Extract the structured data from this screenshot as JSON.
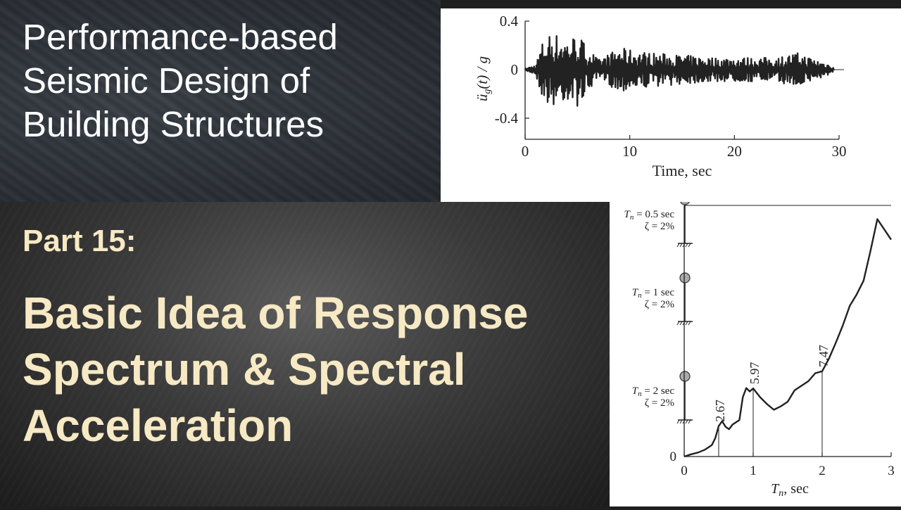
{
  "title": {
    "lines": [
      "Performance-based",
      "Seismic Design of",
      "Building Structures"
    ]
  },
  "part": "Part 15:",
  "subtitle": {
    "lines": [
      "Basic Idea of Response",
      "Spectrum & Spectral",
      "Acceleration"
    ]
  },
  "chart_data": [
    {
      "type": "line",
      "title": "",
      "xlabel": "Time, sec",
      "ylabel_prefix": "ü",
      "ylabel_sub": "g",
      "ylabel_suffix": "(t) / g",
      "xlim": [
        0,
        30
      ],
      "ylim": [
        -0.4,
        0.4
      ],
      "x_ticks": [
        0,
        10,
        20,
        30
      ],
      "y_ticks": [
        "0.4",
        "0",
        "-0.4"
      ],
      "duration": 29.5,
      "envelope": [
        {
          "t": 0,
          "a": 0.01
        },
        {
          "t": 1,
          "a": 0.04
        },
        {
          "t": 1.6,
          "a": 0.22
        },
        {
          "t": 2.5,
          "a": 0.32
        },
        {
          "t": 4,
          "a": 0.25
        },
        {
          "t": 5,
          "a": 0.3
        },
        {
          "t": 7,
          "a": 0.08
        },
        {
          "t": 9,
          "a": 0.18
        },
        {
          "t": 12,
          "a": 0.14
        },
        {
          "t": 18,
          "a": 0.1
        },
        {
          "t": 24,
          "a": 0.1
        },
        {
          "t": 26,
          "a": 0.14
        },
        {
          "t": 29.5,
          "a": 0.03
        }
      ]
    },
    {
      "type": "line",
      "title": "",
      "xlabel_main": "T",
      "xlabel_sub": "n",
      "xlabel_suffix": ", sec",
      "xlim": [
        0,
        3
      ],
      "x_ticks": [
        0,
        1,
        2,
        3
      ],
      "y_tick": "0",
      "points": [
        [
          0,
          0
        ],
        [
          0.1,
          0.2
        ],
        [
          0.2,
          0.35
        ],
        [
          0.3,
          0.6
        ],
        [
          0.4,
          1.0
        ],
        [
          0.45,
          1.6
        ],
        [
          0.5,
          2.67
        ],
        [
          0.55,
          3.1
        ],
        [
          0.6,
          2.6
        ],
        [
          0.65,
          2.4
        ],
        [
          0.7,
          2.8
        ],
        [
          0.8,
          3.2
        ],
        [
          0.85,
          5.2
        ],
        [
          0.9,
          6.0
        ],
        [
          0.95,
          5.7
        ],
        [
          1.0,
          5.97
        ],
        [
          1.1,
          5.2
        ],
        [
          1.2,
          4.6
        ],
        [
          1.3,
          4.1
        ],
        [
          1.4,
          4.4
        ],
        [
          1.5,
          4.8
        ],
        [
          1.6,
          5.8
        ],
        [
          1.7,
          6.2
        ],
        [
          1.8,
          6.6
        ],
        [
          1.9,
          7.3
        ],
        [
          2.0,
          7.47
        ],
        [
          2.1,
          8.6
        ],
        [
          2.2,
          10.0
        ],
        [
          2.3,
          11.5
        ],
        [
          2.4,
          13.2
        ],
        [
          2.5,
          14.2
        ],
        [
          2.6,
          15.4
        ],
        [
          2.7,
          18.0
        ],
        [
          2.8,
          20.8
        ],
        [
          2.9,
          19.9
        ],
        [
          3.0,
          19.0
        ]
      ],
      "ymax": 22,
      "markers": [
        {
          "t": 0.5,
          "label": "2.67"
        },
        {
          "t": 1.0,
          "label": "5.97"
        },
        {
          "t": 2.0,
          "label": "7.47"
        }
      ],
      "oscillators": [
        {
          "period_line": "T",
          "sub": "n",
          "tail": " = 0.5 sec",
          "damping": "ζ = 2%"
        },
        {
          "period_line": "T",
          "sub": "n",
          "tail": " = 1 sec",
          "damping": "ζ = 2%"
        },
        {
          "period_line": "T",
          "sub": "n",
          "tail": " = 2 sec",
          "damping": "ζ = 2%"
        }
      ]
    }
  ]
}
